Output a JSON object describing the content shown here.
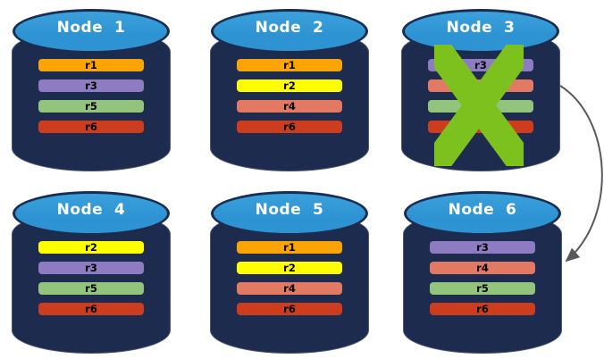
{
  "diagram": {
    "description": "Database replication diagram with six storage nodes; Node 3 is failed (crossed out) and its replicas fail over to Node 6",
    "colors": {
      "background": "#FFFFFF",
      "cylinder_body": "#1C2B4E",
      "cylinder_top": "#2E93D2",
      "cylinder_top_highlight": "#3BA1DC",
      "node_title_text": "#FFFFFF",
      "bar_text": "#000000",
      "failure_x": "#7DC11E",
      "arrow": "#58595B"
    },
    "replica_colors": {
      "r1": "#FCA404",
      "r2": "#FFFF00",
      "r3": "#8E7CC3",
      "r4": "#E27A63",
      "r5": "#93C47D",
      "r6": "#CE3C1E"
    },
    "nodes": [
      {
        "title": "Node  1",
        "failed": false,
        "replicas": [
          "r1",
          "r3",
          "r5",
          "r6"
        ]
      },
      {
        "title": "Node  2",
        "failed": false,
        "replicas": [
          "r1",
          "r2",
          "r4",
          "r6"
        ]
      },
      {
        "title": "Node  3",
        "failed": true,
        "replicas": [
          "r3",
          "r4",
          "r5",
          "r6"
        ]
      },
      {
        "title": "Node  4",
        "failed": false,
        "replicas": [
          "r2",
          "r3",
          "r5",
          "r6"
        ]
      },
      {
        "title": "Node  5",
        "failed": false,
        "replicas": [
          "r1",
          "r2",
          "r4",
          "r6"
        ]
      },
      {
        "title": "Node  6",
        "failed": false,
        "replicas": [
          "r3",
          "r4",
          "r5",
          "r6"
        ]
      }
    ],
    "arrow": {
      "from": "Node 3",
      "to": "Node 6"
    }
  }
}
